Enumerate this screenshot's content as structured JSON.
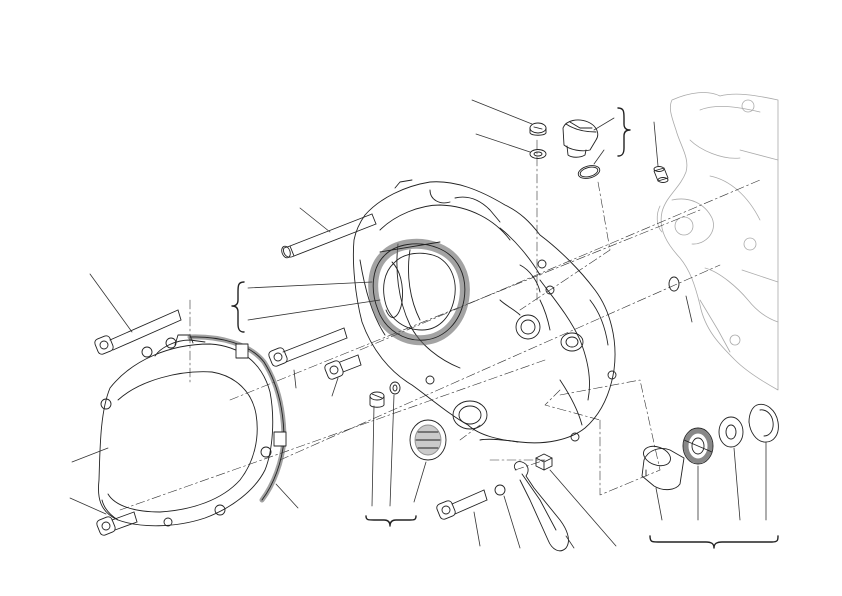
{
  "diagram": {
    "title": "",
    "style": "exploded parts line drawing",
    "colors": {
      "ink": "#222222",
      "gasket": "#777777",
      "seal": "#888888",
      "leader": "#333333",
      "background": "#ffffff"
    },
    "parts": [
      {
        "name": "clutch-cover",
        "label": ""
      },
      {
        "name": "clutch-cover-gasket",
        "label": ""
      },
      {
        "name": "crankcase-cover",
        "label": ""
      },
      {
        "name": "large-oil-seal",
        "label": ""
      },
      {
        "name": "oil-filler-plug",
        "label": ""
      },
      {
        "name": "o-ring",
        "label": ""
      },
      {
        "name": "bleed-screw",
        "label": ""
      },
      {
        "name": "sealing-washer",
        "label": ""
      },
      {
        "name": "dowel-pin",
        "label": ""
      },
      {
        "name": "bushing",
        "label": ""
      },
      {
        "name": "bearing",
        "label": ""
      },
      {
        "name": "thrust-washer",
        "label": ""
      },
      {
        "name": "circlip",
        "label": ""
      },
      {
        "name": "wire-clip",
        "label": ""
      },
      {
        "name": "long-screw",
        "label": ""
      },
      {
        "name": "short-screw",
        "label": ""
      },
      {
        "name": "crankcase-outline",
        "label": ""
      }
    ]
  }
}
